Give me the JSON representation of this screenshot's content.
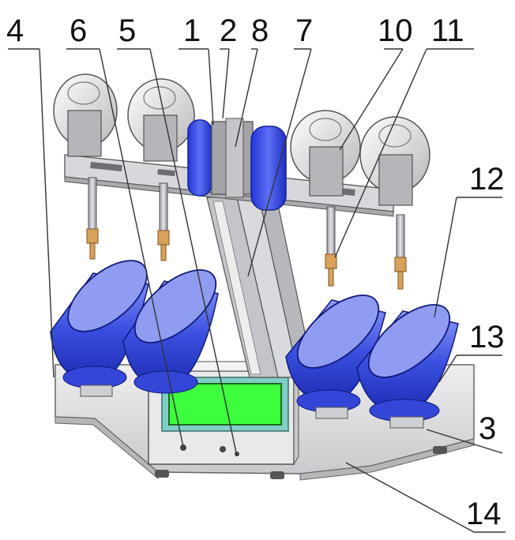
{
  "labels": {
    "n1": "1",
    "n2": "2",
    "n3": "3",
    "n4": "4",
    "n5": "5",
    "n6": "6",
    "n7": "7",
    "n8": "8",
    "n10": "10",
    "n11": "11",
    "n12": "12",
    "n13": "13",
    "n14": "14"
  },
  "colors": {
    "accent_blue": "#3a4fe0",
    "display_green": "#3dff3d",
    "steel": "#c8c8cc",
    "base": "#dcdde0",
    "brass": "#d9a25a"
  }
}
